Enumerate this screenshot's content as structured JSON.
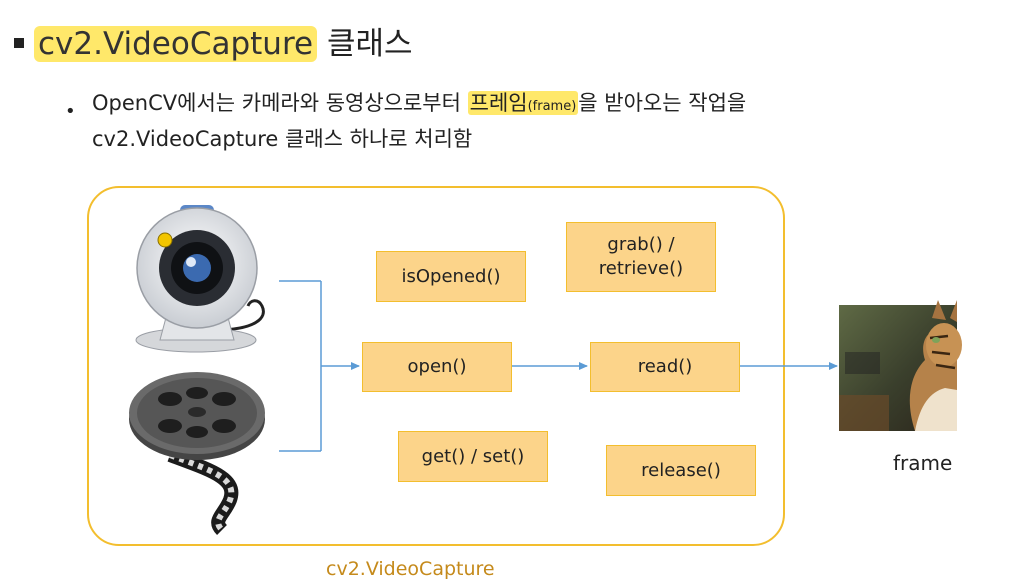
{
  "title": {
    "code": "cv2.VideoCapture",
    "suffix": " 클래스"
  },
  "sub_bullet": {
    "line1_pre": "OpenCV에서는 카메라와 동영상으로부터 ",
    "line1_highlight": "프레임",
    "line1_small": "(frame)",
    "line1_post": "을 받아오는 작업을",
    "line2": "cv2.VideoCapture 클래스 하나로 처리함"
  },
  "diagram": {
    "container_label": "cv2.VideoCapture",
    "methods": {
      "is_opened": "isOpened()",
      "grab_line1": "grab() /",
      "grab_line2": "retrieve()",
      "open": "open()",
      "read": "read()",
      "get_set": "get() / set()",
      "release": "release()"
    },
    "output_label": "frame",
    "colors": {
      "container_border": "#f3be2e",
      "box_fill": "#fcd48a",
      "arrow": "#5b9bd5",
      "highlight": "#ffe86a",
      "container_label": "#c58a1b"
    }
  }
}
